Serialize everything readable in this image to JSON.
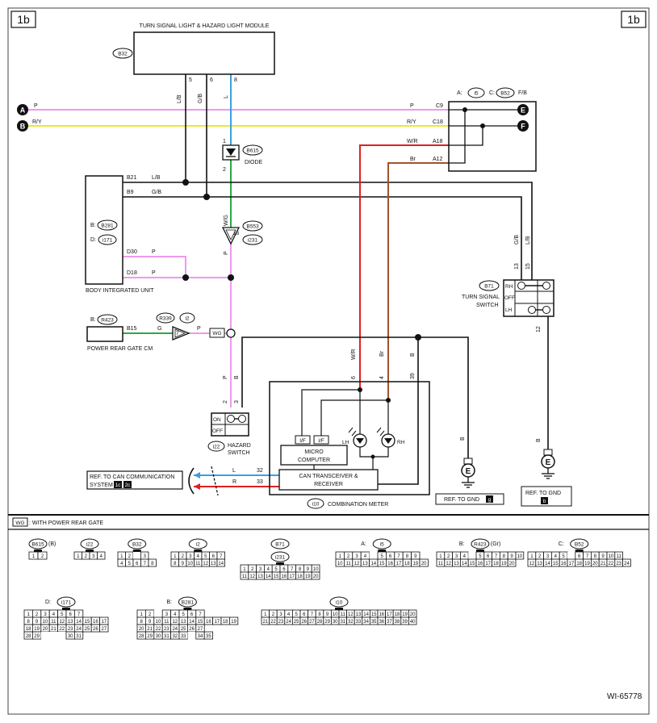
{
  "page": {
    "tag_left": "1b",
    "tag_right": "1b",
    "footnote_badge": "WG",
    "footnote_text": ": WITH POWER REAR GATE",
    "figure_id": "WI-65778"
  },
  "module": {
    "title": "TURN SIGNAL LIGHT & HAZARD LIGHT MODULE",
    "id": "B32",
    "pins": [
      "5",
      "6",
      "8"
    ],
    "wires": [
      "L/B",
      "G/B",
      "L"
    ]
  },
  "diode": {
    "label": "DIODE",
    "id": "B615",
    "pin_top": "1",
    "pin_bottom": "2"
  },
  "connector_b553": {
    "id1": "B553",
    "id2": "i231",
    "pin": "13",
    "wire_top": "W/G",
    "wire_bottom": "P"
  },
  "circles": {
    "a": "A",
    "b": "B",
    "e": "E",
    "f": "F"
  },
  "buses": {
    "a_wire": "P",
    "b_wire": "R/Y"
  },
  "ef_block": {
    "prefix_a": "A:",
    "id_a": "i5",
    "prefix_c": "C:",
    "id_c": "B52",
    "wire_top": "F/B",
    "rows": [
      {
        "wire": "P",
        "pin": "C9"
      },
      {
        "wire": "R/Y",
        "pin": "C18"
      },
      {
        "wire": "W/R",
        "pin": "A18"
      },
      {
        "wire": "Br",
        "pin": "A12"
      }
    ]
  },
  "body_unit": {
    "label": "BODY INTEGRATED UNIT",
    "prefix_b": "B:",
    "id_b": "B281",
    "prefix_d": "D:",
    "id_d": "i171",
    "pins": [
      {
        "pin": "B21",
        "wire": "L/B"
      },
      {
        "pin": "B9",
        "wire": "G/B"
      },
      {
        "pin": "D30",
        "wire": "P"
      },
      {
        "pin": "D18",
        "wire": "P"
      }
    ]
  },
  "rear_gate": {
    "label": "POWER REAR GATE CM",
    "prefix": "B:",
    "id": "R423",
    "pin": "B15",
    "wire_left": "G",
    "wire_right": "P",
    "conn_id1": "R339",
    "conn_id2": "i2",
    "conn_pin": "7",
    "badge": "WG"
  },
  "turn_switch": {
    "label_1": "TURN SIGNAL",
    "label_2": "SWITCH",
    "id": "B71",
    "positions": [
      "RH",
      "OFF",
      "LH"
    ],
    "pin_13": "13",
    "pin_15": "15",
    "pin_12": "12",
    "wire_13": "G/B",
    "wire_15": "L/B",
    "wire_12": "B"
  },
  "hazard_switch": {
    "label_1": "HAZARD",
    "label_2": "SWITCH",
    "id": "i22",
    "positions": [
      "ON",
      "OFF"
    ],
    "pin_2": "2",
    "pin_3": "3",
    "wire_2": "P",
    "wire_3": "B"
  },
  "meter": {
    "label": "COMBINATION METER",
    "id": "i10",
    "pin_6": "6",
    "pin_4": "4",
    "pin_39": "39",
    "pin_32": "32",
    "pin_33": "33",
    "wire_6": "W/R",
    "wire_4": "Br",
    "wire_39": "B",
    "if1": "I/F",
    "if2": "I/F",
    "micro_1": "MICRO",
    "micro_2": "COMPUTER",
    "can_1": "CAN TRANSCEIVER &",
    "can_2": "RECEIVER",
    "lh": "LH",
    "rh": "RH",
    "wire_l": "L",
    "wire_r": "R"
  },
  "can_ref": {
    "line1": "REF. TO CAN COMMUNICATION",
    "line2": "SYSTEM",
    "badge1": "1c",
    "badge2": "2c"
  },
  "grounds": [
    {
      "wire": "B",
      "label": "REF. TO GND",
      "badge": "g",
      "letter": "E"
    },
    {
      "wire": "B",
      "label": "REF. TO GND",
      "badge": "b",
      "letter": "E"
    }
  ],
  "connectors": [
    {
      "id": "B615",
      "suffix": "(B)",
      "rows": [
        [
          "1",
          "2"
        ]
      ]
    },
    {
      "id": "i22",
      "rows": [
        [
          "1",
          "2",
          "3",
          "4"
        ]
      ]
    },
    {
      "id": "B32",
      "rows": [
        [
          "1",
          "2",
          "",
          "3"
        ],
        [
          "4",
          "5",
          "6",
          "7",
          "8"
        ]
      ]
    },
    {
      "id": "i2",
      "rows": [
        [
          "1",
          "2",
          "3",
          "4",
          "5",
          "6",
          "7"
        ],
        [
          "8",
          "9",
          "10",
          "11",
          "12",
          "13",
          "14"
        ]
      ]
    },
    {
      "id": "B71",
      "id2": "i231",
      "rows": [
        [
          "1",
          "2",
          "3",
          "4",
          "5",
          "6",
          "7",
          "8",
          "9",
          "10"
        ],
        [
          "11",
          "12",
          "13",
          "14",
          "15",
          "16",
          "17",
          "18",
          "19",
          "20"
        ]
      ]
    },
    {
      "prefix": "A:",
      "id": "i5",
      "rows": [
        [
          "1",
          "2",
          "3",
          "4",
          "",
          "5",
          "6",
          "7",
          "8",
          "9"
        ],
        [
          "10",
          "11",
          "12",
          "13",
          "14",
          "15",
          "16",
          "17",
          "18",
          "19",
          "20"
        ]
      ]
    },
    {
      "prefix": "B:",
      "id": "R423",
      "suffix": "(Gr)",
      "rows": [
        [
          "1",
          "2",
          "3",
          "4",
          "",
          "5",
          "6",
          "7",
          "8",
          "9",
          "10"
        ],
        [
          "11",
          "12",
          "13",
          "14",
          "15",
          "16",
          "17",
          "18",
          "19",
          "20"
        ]
      ]
    },
    {
      "prefix": "C:",
      "id": "B52",
      "rows": [
        [
          "1",
          "2",
          "3",
          "4",
          "5",
          "",
          "6",
          "7",
          "8",
          "9",
          "10",
          "11"
        ],
        [
          "12",
          "13",
          "14",
          "15",
          "16",
          "17",
          "18",
          "19",
          "20",
          "21",
          "22",
          "23",
          "24"
        ]
      ]
    },
    {
      "prefix": "D:",
      "id": "i171",
      "rows": [
        [
          "1",
          "2",
          "3",
          "4",
          "5",
          "6",
          "7"
        ],
        [
          "8",
          "9",
          "10",
          "11",
          "12",
          "13",
          "14",
          "15",
          "16",
          "17"
        ],
        [
          "18",
          "19",
          "20",
          "21",
          "22",
          "23",
          "24",
          "25",
          "26",
          "27"
        ],
        [
          "28",
          "29",
          "",
          "",
          "",
          "30",
          "31"
        ]
      ]
    },
    {
      "prefix": "B:",
      "id": "B281",
      "rows": [
        [
          "1",
          "2",
          "",
          "3",
          "4",
          "5",
          "6",
          "7"
        ],
        [
          "8",
          "9",
          "10",
          "11",
          "12",
          "13",
          "14",
          "15",
          "16",
          "17",
          "18",
          "19"
        ],
        [
          "20",
          "21",
          "22",
          "23",
          "24",
          "25",
          "26",
          "27"
        ],
        [
          "28",
          "29",
          "30",
          "31",
          "32",
          "33",
          "",
          "34",
          "35"
        ]
      ]
    },
    {
      "id": "i10",
      "rows": [
        [
          "1",
          "2",
          "3",
          "4",
          "5",
          "6",
          "7",
          "8",
          "9",
          "10",
          "11",
          "12",
          "13",
          "14",
          "15",
          "16",
          "17",
          "18",
          "19",
          "20"
        ],
        [
          "21",
          "22",
          "23",
          "24",
          "25",
          "26",
          "27",
          "28",
          "29",
          "30",
          "31",
          "32",
          "33",
          "34",
          "35",
          "36",
          "37",
          "38",
          "39",
          "40"
        ]
      ]
    }
  ],
  "colors": {
    "pink": "#ee99ee",
    "yellow": "#e8e830",
    "blue": "#3b9fe0",
    "green": "#2aa84a",
    "red": "#e02020",
    "brown": "#a0522d",
    "black": "#111111"
  }
}
